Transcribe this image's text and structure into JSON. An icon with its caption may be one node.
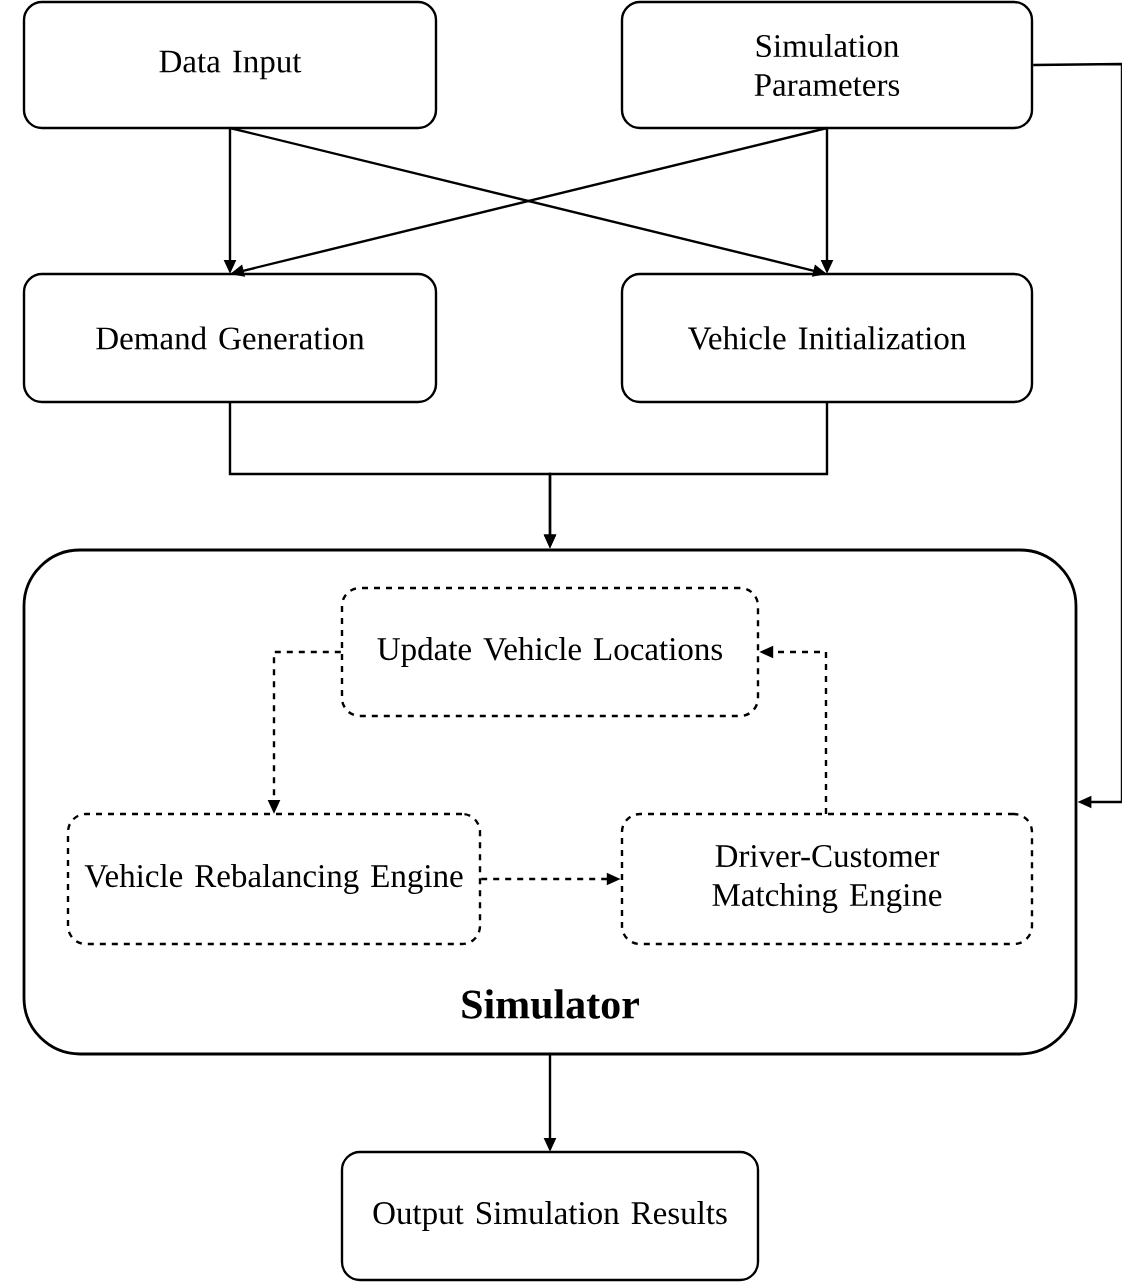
{
  "diagram": {
    "nodes": [
      {
        "text": [
          "Data Input"
        ]
      },
      {
        "text": [
          "Simulation Parameters"
        ]
      },
      {
        "text": [
          "Demand Generation"
        ]
      },
      {
        "text": [
          "Vehicle Initialization"
        ]
      },
      {
        "text": [
          "Simulator"
        ]
      },
      {
        "text": [
          "Update Vehicle Locations"
        ],
        "in": 4
      },
      {
        "text": [
          "Vehicle Rebalancing Engine"
        ],
        "in": 4
      },
      {
        "text": [
          "Driver-Customer Matching Engine"
        ],
        "in": 4
      },
      {
        "text": [
          "Output Simulation Results"
        ]
      }
    ],
    "edges": [
      {
        "from": 0,
        "to": 2,
        "arrow": "to"
      },
      {
        "from": 0,
        "to": 3,
        "arrow": "to"
      },
      {
        "from": 1,
        "to": 2,
        "arrow": "to"
      },
      {
        "from": 1,
        "to": 3,
        "arrow": "to"
      },
      {
        "from": 2,
        "to": 4,
        "arrow": "to"
      },
      {
        "from": 3,
        "to": 4,
        "arrow": "to"
      },
      {
        "from": 1,
        "to": 4,
        "arrow": "to"
      },
      {
        "from": 5,
        "to": 6,
        "arrow": "to",
        "style": "dashed"
      },
      {
        "from": 6,
        "to": 7,
        "arrow": "to",
        "style": "dashed"
      },
      {
        "from": 7,
        "to": 5,
        "arrow": "to",
        "style": "dashed"
      },
      {
        "from": 4,
        "to": 8,
        "arrow": "to"
      }
    ]
  }
}
